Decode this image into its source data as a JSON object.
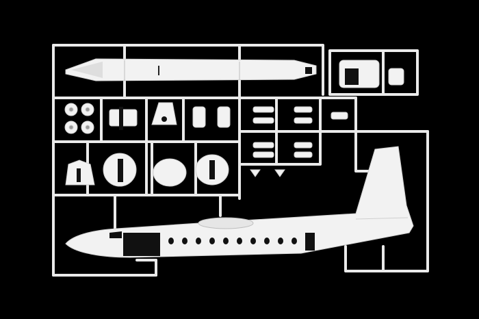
{
  "image": {
    "subject": "sprue-frame",
    "colors": {
      "background": "#000000",
      "plastic": "#f2f2f2",
      "plastic_shade": "#d9d9d9",
      "hole": "#000000"
    },
    "parts": [
      {
        "name": "wing-half-upper"
      },
      {
        "name": "wing-half-lower"
      },
      {
        "name": "canopy-piece"
      },
      {
        "name": "wheels"
      },
      {
        "name": "landing-gear"
      },
      {
        "name": "propeller-hubs"
      },
      {
        "name": "engine-nacelles"
      },
      {
        "name": "fuselage-half-with-tail"
      }
    ]
  }
}
